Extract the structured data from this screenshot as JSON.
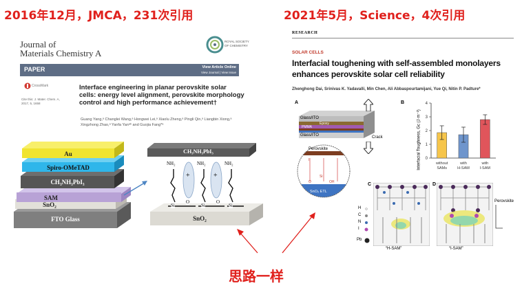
{
  "left_caption": "2016年12月，JMCA，231次引用",
  "right_caption": "2021年5月，Science，4次引用",
  "bottom_note": "思路一样",
  "jmca": {
    "journal_line1": "Journal of",
    "journal_line2": "Materials Chemistry A",
    "rsc_logo_line1": "ROYAL SOCIETY",
    "rsc_logo_line2": "OF CHEMISTRY",
    "section": "PAPER",
    "view_article": "View Article Online",
    "view_journal": "View Journal | View Issue",
    "crossmark": "CrossMark",
    "cite": "Cite this: J. Mater. Chem. A, 2017, 5, 1658",
    "title": "Interface engineering in planar perovskite solar cells: energy level alignment, perovskite morphology control and high performance achievement†",
    "authors": "Guang Yang,ᵃ Changlei Wang,ᵃ Hongwei Lei,ᵃ Xiaolu Zheng,ᵃ Pingli Qin,ᵃ Liangbin Xiong,ᵃ Xingzhong Zhao,ᵃ Yanfa Yanᵃᵇ and Guojia Fang*ᵃ"
  },
  "device_stack": {
    "layers": [
      "Au",
      "Spiro-OMeTAD",
      "CH₃NH₃PbI₃",
      "SAM",
      "SnO₂",
      "FTO Glass"
    ],
    "colors": [
      "#f0e431",
      "#2fb6ea",
      "#555555",
      "#b8a2d6",
      "#e2e0d9",
      "#7f7f7f"
    ]
  },
  "sam_schematic": {
    "top_layer": "CH₃NH₃PbI₃",
    "bottom_layer": "SnO₂",
    "amine": "NH₂",
    "plus": "+",
    "si": "Si",
    "o": "O"
  },
  "science": {
    "research": "RESEARCH",
    "category": "SOLAR CELLS",
    "title": "Interfacial toughening with self-assembled monolayers enhances perovskite solar cell reliability",
    "authors": "Zhenghong Dai, Srinivas K. Yadavalli, Min Chen, Ali Abbaspourtamijani, Yue Qi, Nitin P. Padture*",
    "panel_a": {
      "label": "A",
      "glass_top": "Glass/ITO",
      "epoxy": "Epoxy",
      "pmma": "PMMA",
      "glass_bottom": "Glass/ITO",
      "crack": "Crack",
      "perovskite": "Perovskite",
      "etl": "SnO₂ ETL",
      "atoms": [
        "I",
        "Si",
        "O",
        "OH"
      ]
    },
    "panel_b": {
      "label": "B",
      "ylabel": "Interfacial Toughness, Gᴄ (J·m⁻²)"
    },
    "panel_c": {
      "label": "C",
      "caption": "“H-SAM”"
    },
    "panel_d": {
      "label": "D",
      "caption": "“I-SAM”",
      "perovskite": "Perovskite"
    },
    "legend": [
      "H",
      "C",
      "N",
      "I",
      "Pb"
    ]
  },
  "chart_data": {
    "type": "bar",
    "categories": [
      "without SAMs",
      "with H-SAM",
      "with I-SAM"
    ],
    "values": [
      1.85,
      1.7,
      2.8
    ],
    "errors": [
      0.5,
      0.55,
      0.35
    ],
    "ylim": [
      0,
      4
    ],
    "yticks": [
      0,
      1,
      2,
      3,
      4
    ],
    "colors": [
      "#f6c54a",
      "#6f95cc",
      "#e0555b"
    ],
    "ylabel": "Interfacial Toughness, Gᴄ (J·m⁻²)",
    "xlabel": "",
    "title": "",
    "grid": false
  }
}
